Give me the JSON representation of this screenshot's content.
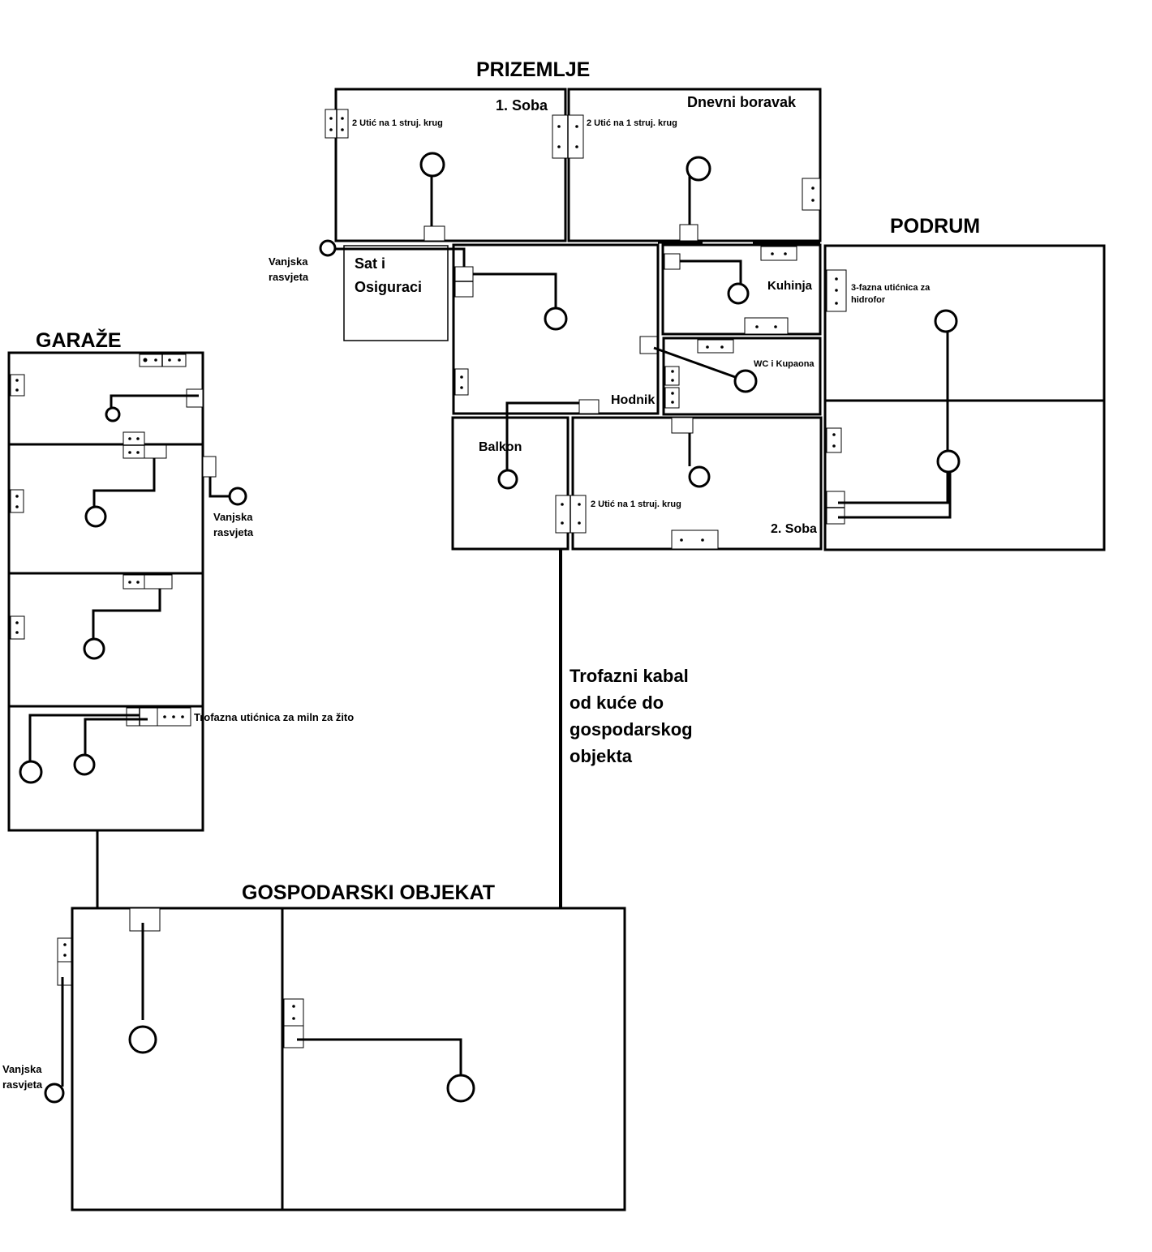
{
  "titles": {
    "prizemlje": "PRIZEMLJE",
    "podrum": "PODRUM",
    "garaze": "GARAŽE",
    "gospodarski": "GOSPODARSKI OBJEKAT"
  },
  "rooms": {
    "soba1": "1. Soba",
    "dnevni": "Dnevni boravak",
    "sat_line1": "Sat i",
    "sat_line2": "Osiguraci",
    "kuhinja": "Kuhinja",
    "wc": "WC i Kupaona",
    "hodnik": "Hodnik",
    "balkon": "Balkon",
    "soba2": "2. Soba"
  },
  "notes": {
    "utic_soba1": "2 Utić na 1 struj. krug",
    "utic_dnevni": "2 Utić na 1 struj. krug",
    "utic_soba2": "2 Utić na 1 struj. krug",
    "hidrofor_line1": "3-fazna utićnica za",
    "hidrofor_line2": "hidrofor",
    "mlin": "Trofazna utićnica za miln za žito",
    "vanjska1_line1": "Vanjska",
    "vanjska1_line2": "rasvjeta",
    "vanjska2_line1": "Vanjska",
    "vanjska2_line2": "rasvjeta",
    "vanjska3_line1": "Vanjska",
    "vanjska3_line2": "rasvjeta"
  },
  "cable": {
    "line1": "Trofazni kabal",
    "line2": "od kuće do",
    "line3": "gospodarskog",
    "line4": "objekta"
  }
}
